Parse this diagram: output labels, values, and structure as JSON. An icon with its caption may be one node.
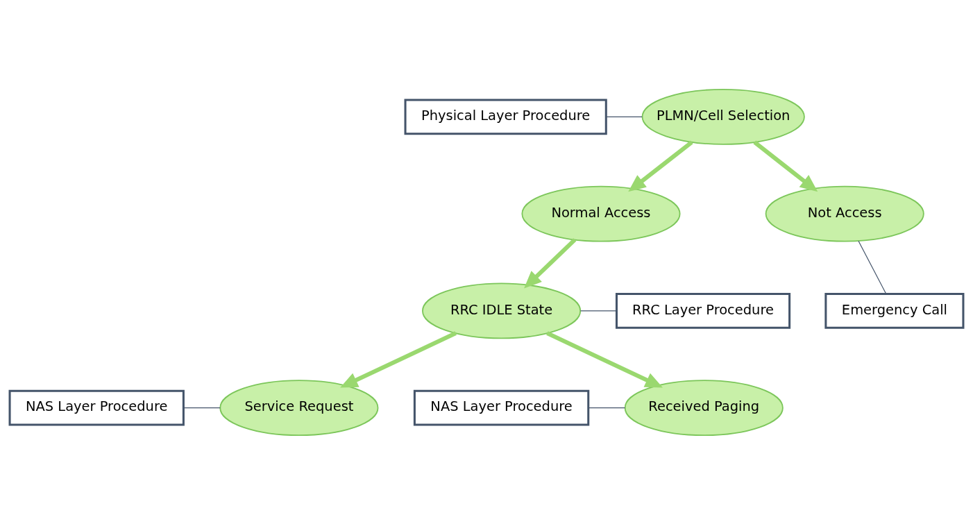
{
  "diagram": {
    "nodes": [
      {
        "text": [
          "Physical Layer Procedure"
        ]
      },
      {
        "text": [
          "PLMN/Cell Selection"
        ]
      },
      {
        "text": [
          "Normal Access"
        ]
      },
      {
        "text": [
          "Not Access"
        ]
      },
      {
        "text": [
          "RRC Layer Procedure"
        ]
      },
      {
        "text": [
          "Emergency Call"
        ]
      },
      {
        "text": [
          "RRC IDLE State"
        ]
      },
      {
        "text": [
          "NAS Layer Procedure"
        ]
      },
      {
        "text": [
          "NAS Layer Procedure"
        ]
      },
      {
        "text": [
          "Service Request"
        ]
      },
      {
        "text": [
          "Received Paging"
        ]
      }
    ],
    "edges": [
      {
        "from": 0,
        "to": 1,
        "arrow": "none",
        "color": "#44546a"
      },
      {
        "from": 1,
        "to": 2,
        "arrow": "to",
        "style": "thick",
        "color": "#9ad86f"
      },
      {
        "from": 1,
        "to": 3,
        "arrow": "to",
        "style": "thick",
        "color": "#9ad86f"
      },
      {
        "from": 5,
        "to": 3,
        "arrow": "none",
        "color": "#44546a"
      },
      {
        "from": 2,
        "to": 6,
        "arrow": "to",
        "style": "thick",
        "color": "#9ad86f"
      },
      {
        "from": 4,
        "to": 6,
        "arrow": "none",
        "color": "#44546a"
      },
      {
        "from": 6,
        "to": 9,
        "arrow": "to",
        "style": "thick",
        "color": "#9ad86f"
      },
      {
        "from": 6,
        "to": 10,
        "arrow": "to",
        "style": "thick",
        "color": "#9ad86f"
      },
      {
        "from": 7,
        "to": 9,
        "arrow": "none",
        "color": "#44546a"
      },
      {
        "from": 8,
        "to": 10,
        "arrow": "none",
        "color": "#44546a"
      }
    ]
  }
}
